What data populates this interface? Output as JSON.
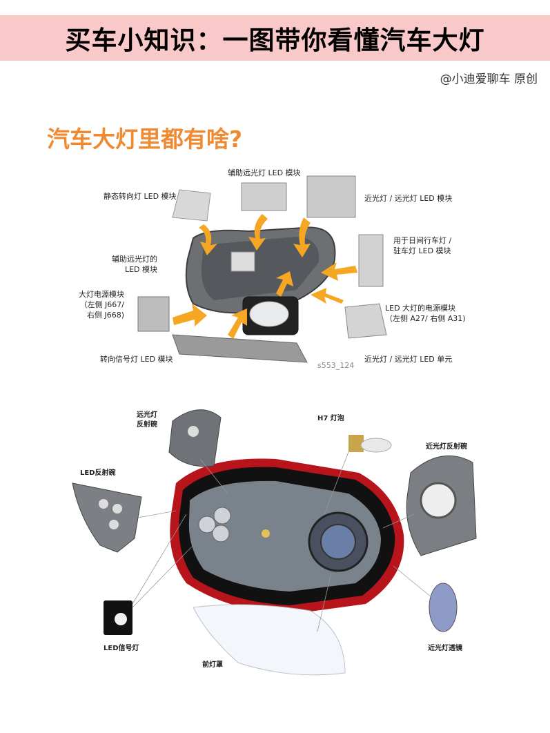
{
  "banner": {
    "title": "买车小知识：一图带你看懂汽车大灯"
  },
  "credit": "@小迪爱聊车 原创",
  "section": {
    "heading": "汽车大灯里都有啥?"
  },
  "diagram1": {
    "labels": {
      "aux_high_beam_module": "辅助远光灯 LED 模块",
      "static_turn_module": "静态转向灯 LED 模块",
      "low_high_module": "近光灯 / 远光灯 LED 模块",
      "drl_line1": "用于日间行车灯 /",
      "drl_line2": "驻车灯 LED 模块",
      "aux_high_led_line1": "辅助远光灯的",
      "aux_high_led_line2": "LED 模块",
      "power_line1": "大灯电源模块",
      "power_line2": "（左侧 J667/",
      "power_line3": "右侧 J668)",
      "led_power_line1": "LED 大灯的电源模块",
      "led_power_line2": "（左侧 A27/ 右侧 A31)",
      "turn_signal_module": "转向信号灯 LED 模块",
      "low_high_unit": "近光灯 / 远光灯 LED 单元",
      "code": "s553_124"
    }
  },
  "diagram2": {
    "labels": {
      "high_reflector_line1": "远光灯",
      "high_reflector_line2": "反射碗",
      "h7_bulb": "H7 灯泡",
      "low_reflector": "近光灯反射碗",
      "led_reflector": "LED反射碗",
      "led_signal": "LED信号灯",
      "front_cover": "前灯罩",
      "low_lens": "近光灯透镜"
    }
  },
  "colors": {
    "banner_bg": "#f9c9c9",
    "heading": "#f08a32",
    "arrow": "#f5a623",
    "housing_red": "#b8141c"
  }
}
